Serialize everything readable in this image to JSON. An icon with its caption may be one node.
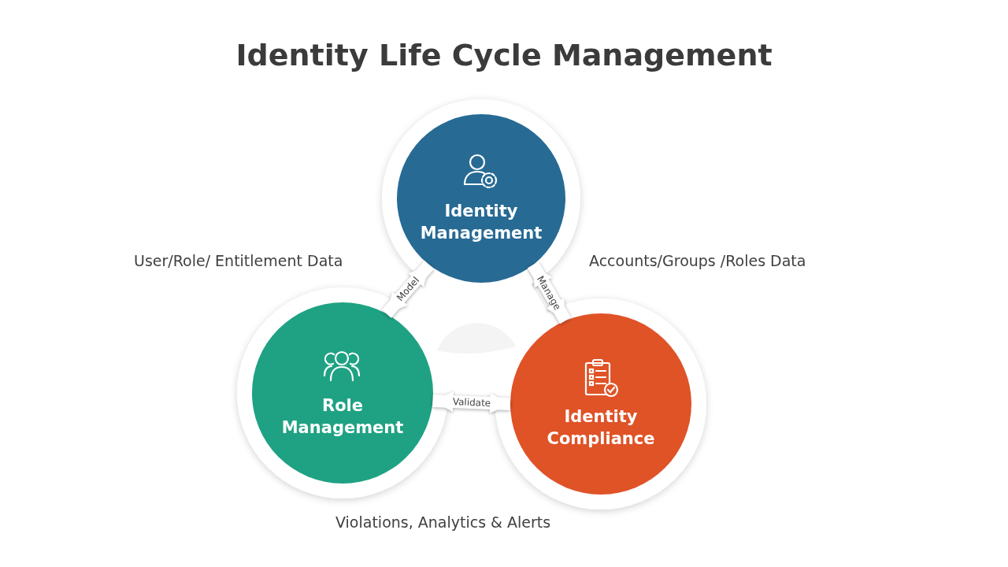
{
  "diagram": {
    "title": "Identity Life Cycle Management",
    "nodes": [
      {
        "text": [
          "Identity Management"
        ]
      },
      {
        "text": [
          "Role Management"
        ]
      },
      {
        "text": [
          "Identity Compliance"
        ]
      }
    ],
    "edges": [
      {
        "from": 0,
        "to": 1,
        "arrow": "both",
        "label": "Model"
      },
      {
        "from": 0,
        "to": 2,
        "arrow": "both",
        "label": "Manage"
      },
      {
        "from": 1,
        "to": 2,
        "arrow": "both",
        "label": "Validate"
      }
    ],
    "labels": [
      "User/Role/ Entitlement Data",
      "Accounts/Groups /Roles Data",
      "Violations, Analytics & Alerts"
    ]
  }
}
